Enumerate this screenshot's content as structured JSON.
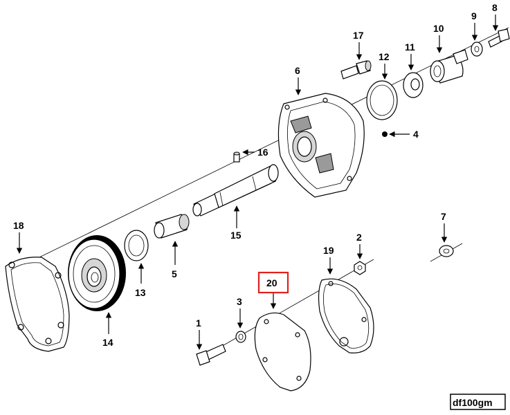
{
  "diagram": {
    "reference_code": "df100gm",
    "highlighted_part": "20",
    "callouts": {
      "p1": "1",
      "p2": "2",
      "p3": "3",
      "p4": "4",
      "p5": "5",
      "p6": "6",
      "p7": "7",
      "p8": "8",
      "p9": "9",
      "p10": "10",
      "p11": "11",
      "p12": "12",
      "p13": "13",
      "p14": "14",
      "p15": "15",
      "p16": "16",
      "p17": "17",
      "p18": "18",
      "p19": "19",
      "p20": "20"
    }
  }
}
